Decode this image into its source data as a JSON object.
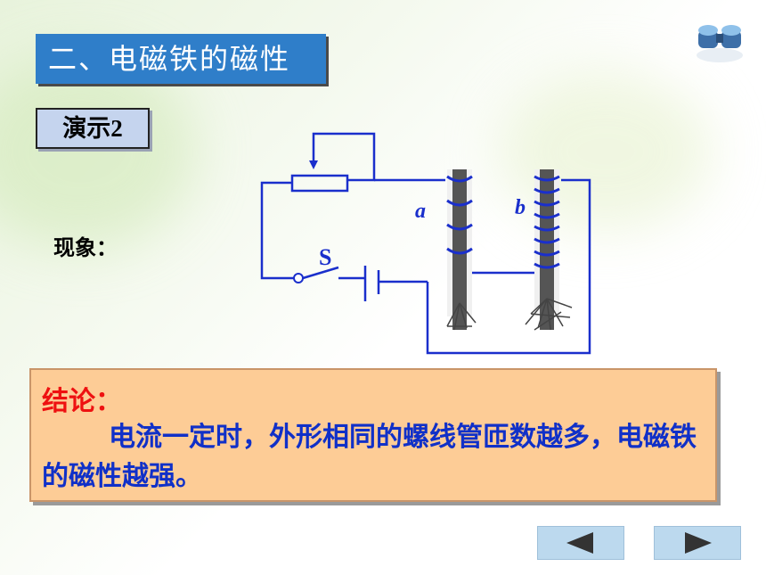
{
  "title": "二、电磁铁的磁性",
  "demo_label": "演示2",
  "phenomenon_label": "现象：",
  "diagram": {
    "switch_label": "S",
    "coil_a_label": "a",
    "coil_b_label": "b"
  },
  "conclusion": {
    "heading": "结论：",
    "text": "电流一定时，外形相同的螺线管匝数越多，电磁铁的磁性越强。"
  },
  "nav": {
    "prev_icon": "triangle-left-icon",
    "next_icon": "triangle-right-icon"
  },
  "decor": {
    "icon": "binoculars-icon"
  },
  "colors": {
    "title_bg": "#2f7ec9",
    "demo_bg": "#c5d4ee",
    "conclusion_bg": "#fdcc96",
    "conclusion_heading": "#ee1111",
    "conclusion_text": "#1030c8",
    "wire": "#1a2fcc"
  }
}
